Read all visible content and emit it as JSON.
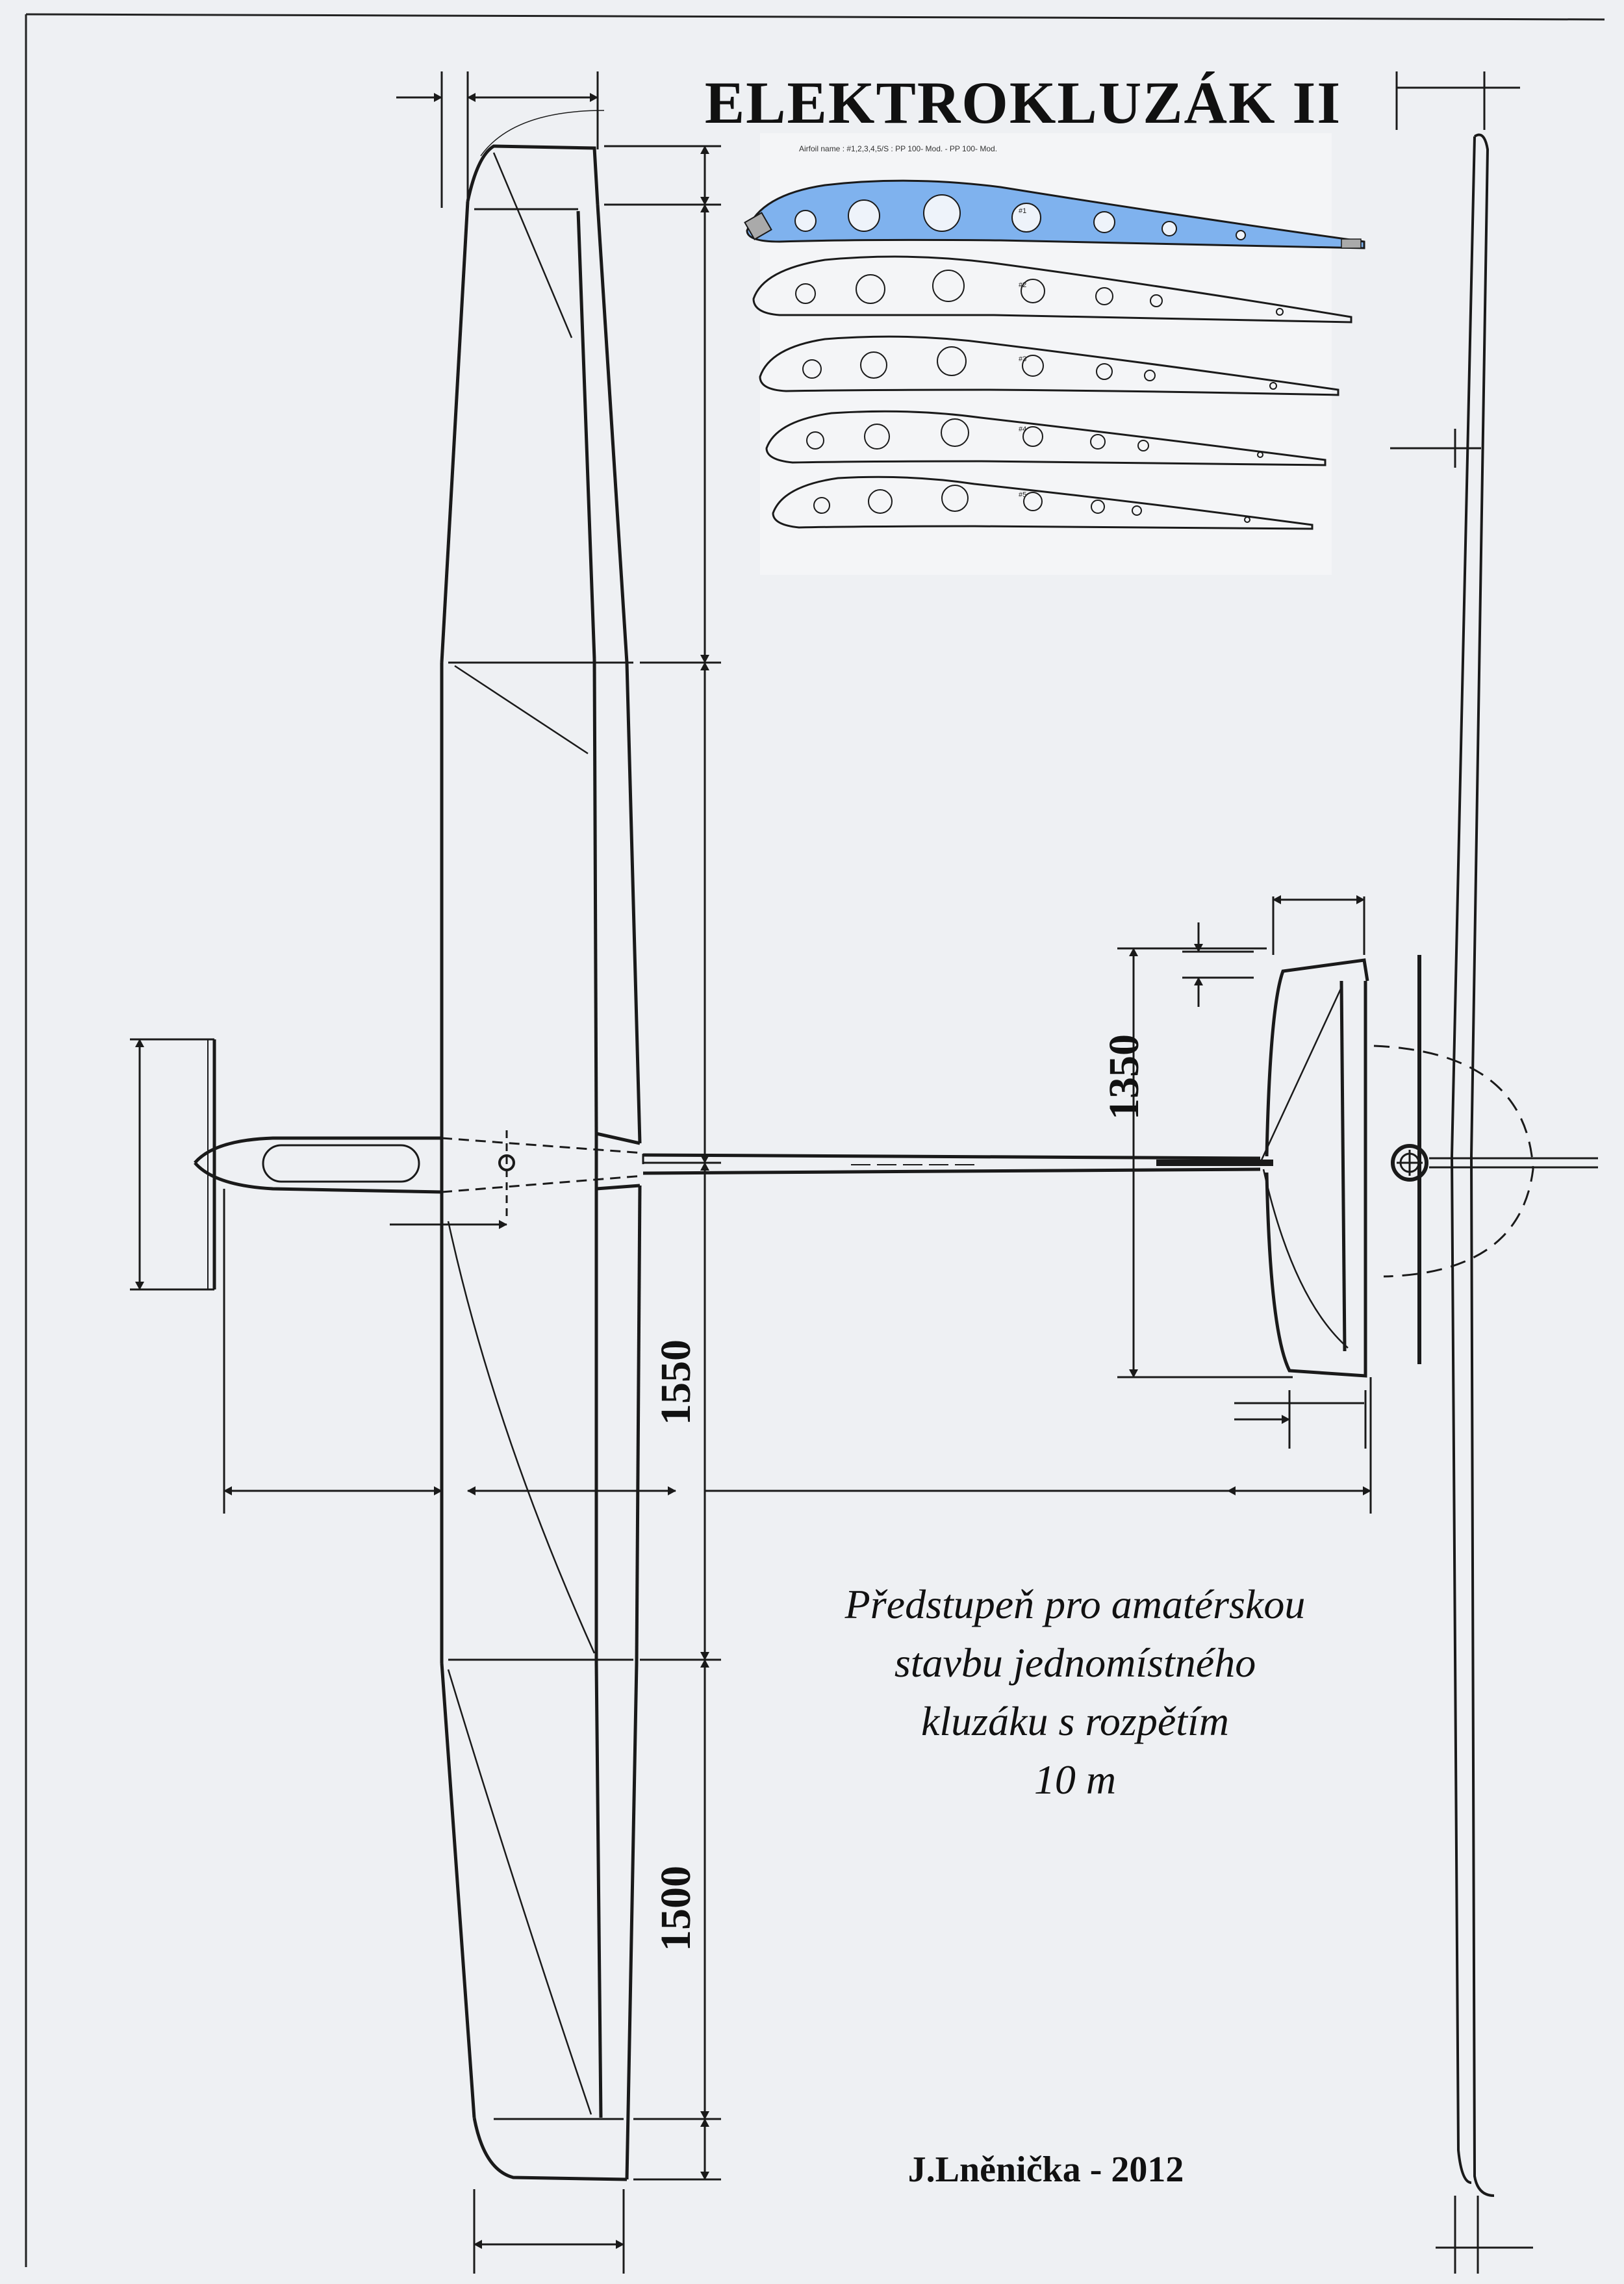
{
  "title": "ELEKTROKLUZÁK II",
  "airfoil_caption": "Airfoil name : #1,2,3,4,5/S : PP 100- Mod. - PP 100- Mod.",
  "airfoil_labels": [
    "#1",
    "#2",
    "#3",
    "#4",
    "#5"
  ],
  "description_lines": [
    "Předstupeň pro amatérskou",
    "stavbu jednomístného",
    "kluzáku s rozpětím",
    "10 m"
  ],
  "dimensions": {
    "stabilizer_span": "1350",
    "wing_center_section": "1550",
    "wing_tip_section": "1500"
  },
  "author": "J.Lněnička - 2012",
  "colors": {
    "line": "#1a1a1a",
    "airfoil_highlight": "#7fb2ee",
    "paper": "#eef0f3"
  }
}
